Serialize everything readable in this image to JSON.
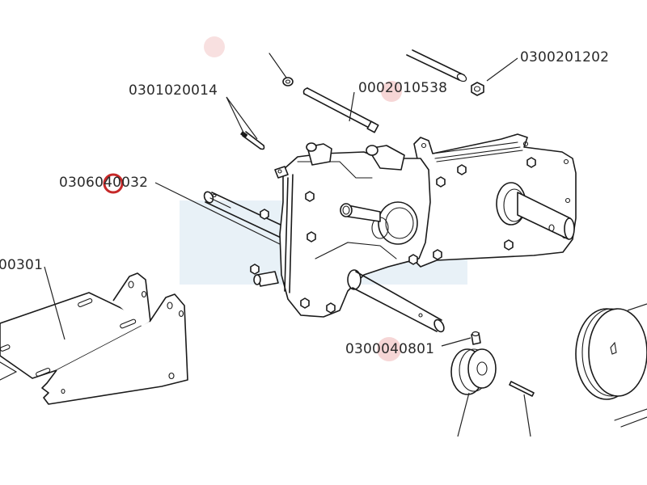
{
  "diagram": {
    "type": "exploded-parts-diagram",
    "subject": "gearbox transmission assembly",
    "colors": {
      "line": "#1a1a1a",
      "label_text": "#2a2a2a",
      "highlight_band": "#e8f1f7",
      "marker_ring": "#c62828",
      "faint_marker": "#f6d6d6"
    },
    "parts": [
      {
        "id": "part-0300201202",
        "label": "0300201202",
        "depicts": "hex nut"
      },
      {
        "id": "part-0301020014",
        "label": "0301020014",
        "depicts": "cotter pins"
      },
      {
        "id": "part-0002010538",
        "label": "0002010538",
        "depicts": "threaded rod / bolt"
      },
      {
        "id": "part-0306040032",
        "label": "0306040032",
        "depicts": "input shaft",
        "highlighted": true
      },
      {
        "id": "part-00301",
        "label": "00301",
        "depicts": "mounting bracket plate (label partially cut off)"
      },
      {
        "id": "part-0300040801",
        "label": "0300040801",
        "depicts": "set screw on small pulley"
      }
    ],
    "unlabeled_components": [
      "gearbox housing",
      "output shaft",
      "side cover plate",
      "small pulley",
      "large pulley",
      "shaft key",
      "washer",
      "long pin"
    ]
  }
}
